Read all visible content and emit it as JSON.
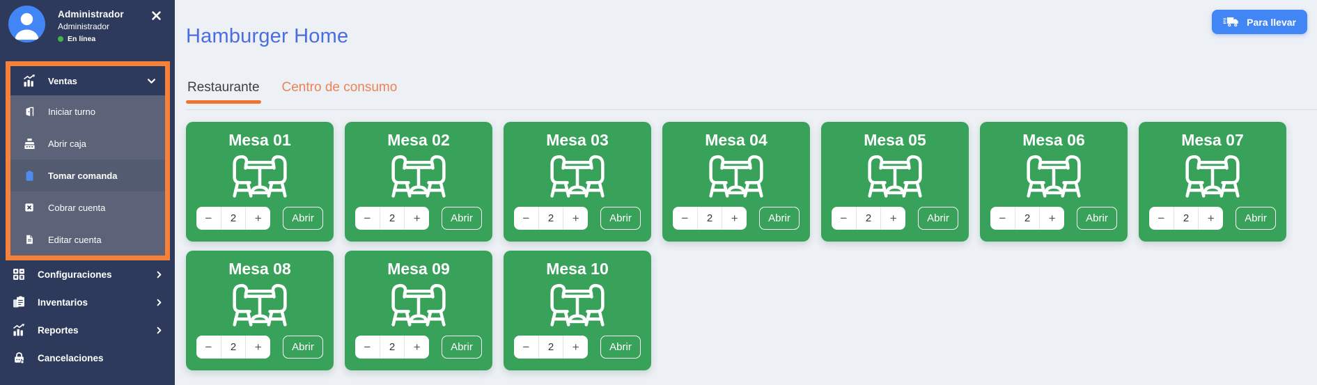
{
  "colors": {
    "sidebar_bg": "#2e3a5b",
    "submenu_bg": "#5c6379",
    "active_item_bg": "#535b71",
    "highlight_orange": "#f5813a",
    "card_green": "#38a25a",
    "button_blue": "#4285f4",
    "title_blue": "#4a6de0",
    "online_green": "#41b64d"
  },
  "sidebar": {
    "user": {
      "name": "Administrador",
      "role": "Administrador",
      "status": "En línea"
    },
    "menu": {
      "ventas": {
        "label": "Ventas",
        "icon": "sales-chart-icon",
        "expanded": true
      },
      "submenu": [
        {
          "label": "Iniciar turno",
          "icon": "shift-door-icon",
          "active": false
        },
        {
          "label": "Abrir caja",
          "icon": "cash-register-icon",
          "active": false
        },
        {
          "label": "Tomar comanda",
          "icon": "clipboard-icon",
          "active": true
        },
        {
          "label": "Cobrar cuenta",
          "icon": "x-square-icon",
          "active": false
        },
        {
          "label": "Editar cuenta",
          "icon": "document-icon",
          "active": false
        }
      ],
      "sections": [
        {
          "label": "Configuraciones",
          "icon": "calculator-icon",
          "chevron": true
        },
        {
          "label": "Inventarios",
          "icon": "inventory-icon",
          "chevron": true
        },
        {
          "label": "Reportes",
          "icon": "reports-chart-icon",
          "chevron": true
        },
        {
          "label": "Cancelaciones",
          "icon": "lock-icon",
          "chevron": false
        }
      ]
    }
  },
  "header": {
    "title": "Hamburger Home",
    "takeaway_button": "Para llevar"
  },
  "tabs": [
    {
      "label": "Restaurante",
      "active": true
    },
    {
      "label": "Centro de consumo",
      "active": false
    }
  ],
  "tables": {
    "stepper": {
      "minus": "−",
      "plus": "+"
    },
    "open_button": "Abrir",
    "items": [
      {
        "name": "Mesa 01",
        "seats": "2"
      },
      {
        "name": "Mesa 02",
        "seats": "2"
      },
      {
        "name": "Mesa 03",
        "seats": "2"
      },
      {
        "name": "Mesa 04",
        "seats": "2"
      },
      {
        "name": "Mesa 05",
        "seats": "2"
      },
      {
        "name": "Mesa 06",
        "seats": "2"
      },
      {
        "name": "Mesa 07",
        "seats": "2"
      },
      {
        "name": "Mesa 08",
        "seats": "2"
      },
      {
        "name": "Mesa 09",
        "seats": "2"
      },
      {
        "name": "Mesa 10",
        "seats": "2"
      }
    ]
  }
}
